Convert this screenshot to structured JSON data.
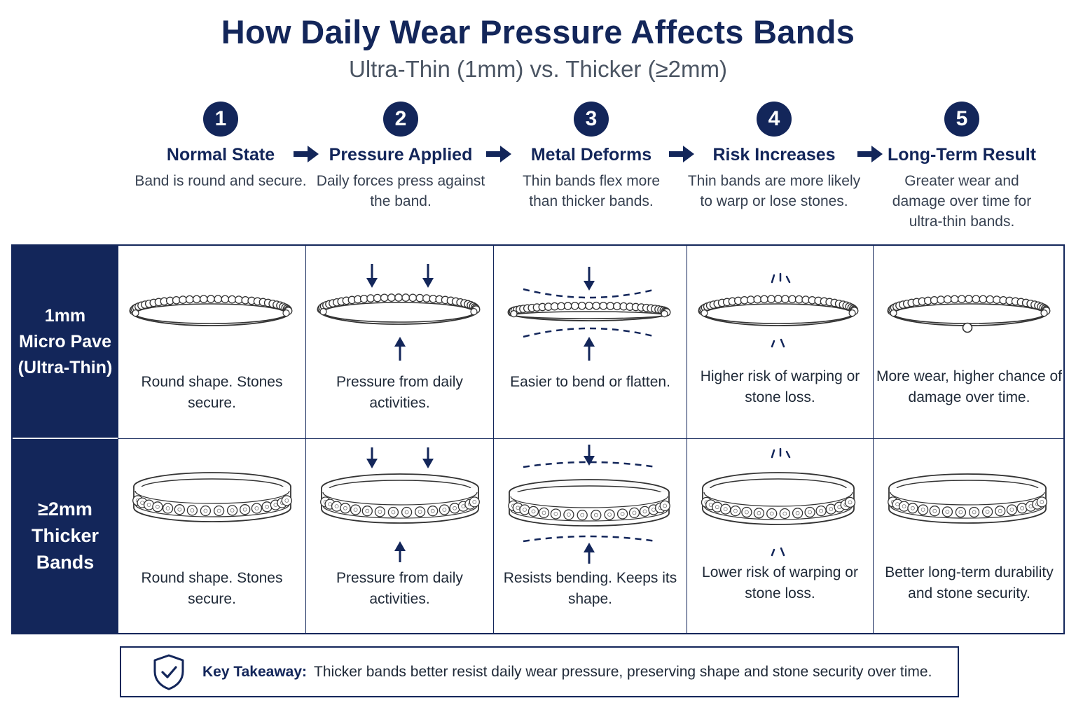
{
  "title": "How Daily Wear Pressure Affects Bands",
  "subtitle": "Ultra-Thin (1mm) vs. Thicker (≥2mm)",
  "accent_color": "#13265a",
  "steps": [
    {
      "number": "1",
      "title": "Normal State",
      "description": "Band is round and secure."
    },
    {
      "number": "2",
      "title": "Pressure Applied",
      "description": "Daily forces press against the band."
    },
    {
      "number": "3",
      "title": "Metal Deforms",
      "description": "Thin bands flex more than thicker bands."
    },
    {
      "number": "4",
      "title": "Risk Increases",
      "description": "Thin bands are more likely to warp or lose stones."
    },
    {
      "number": "5",
      "title": "Long-Term Result",
      "description": "Greater wear and damage over time for ultra-thin bands."
    }
  ],
  "rows": [
    {
      "label_lines": [
        "1mm",
        "Micro Pave",
        "(Ultra-Thin)"
      ],
      "cells": [
        "Round shape. Stones secure.",
        "Pressure from daily activities.",
        "Easier to bend or flatten.",
        "Higher risk of warping or stone loss.",
        "More wear, higher chance of damage over time."
      ]
    },
    {
      "label_lines": [
        "≥2mm",
        "Thicker",
        "Bands"
      ],
      "cells": [
        "Round shape. Stones secure.",
        "Pressure from daily activities.",
        "Resists bending. Keeps its shape.",
        "Lower risk of warping or stone loss.",
        "Better long-term durability and stone security."
      ]
    }
  ],
  "takeaway": {
    "label": "Key Takeaway:",
    "text": "Thicker bands better resist daily wear pressure, preserving shape and stone security over time.",
    "icon": "shield-check-icon"
  }
}
